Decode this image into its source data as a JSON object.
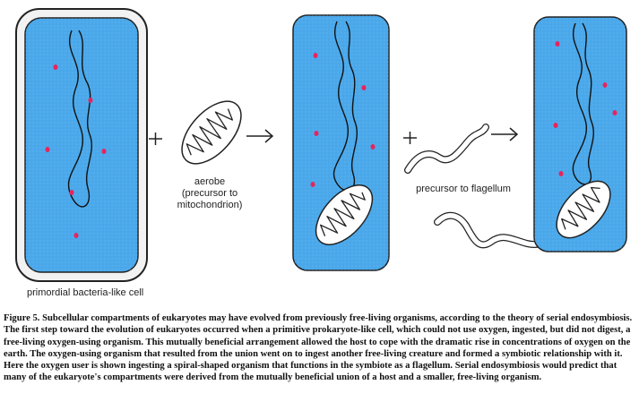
{
  "labels": {
    "cell_1": "primordial bacteria-like cell",
    "aerobe_line1": "aerobe",
    "aerobe_line2": "(precursor to",
    "aerobe_line3": "mitochondrion)",
    "flagellum": "precursor to flagellum"
  },
  "caption": {
    "figure": "Figure 5.",
    "text": "Subcellular compartments of eukaryotes may have evolved from previously free-living organisms, according to the theory of serial endosymbiosis. The first step toward the evolution of eukaryotes occurred when a primitive prokaryote-like cell, which could not use oxygen, ingested, but did not digest, a free-living oxygen-using organism. This mutually beneficial arrangement allowed the host to cope with the dramatic rise in concentrations of oxygen on the earth. The oxygen-using organism that resulted from the union went on to ingest another free-living creature and formed a symbiotic relationship with it. Here the oxygen user is shown ingesting a spiral-shaped organism that functions in the symbiote as a flagellum. Serial endosymbiosis would predict that many of the eukaryote's compartments were derived from the mutually beneficial union of a host and a smaller, free-living organism."
  },
  "colors": {
    "cytoplasm": "#4aa8ea",
    "cell_wall": "#f2f2f2",
    "outline": "#222222",
    "ribosome_dots": "#e8245c"
  },
  "icons": [
    "plus-sign",
    "arrow-right",
    "plus-sign",
    "arrow-right"
  ]
}
